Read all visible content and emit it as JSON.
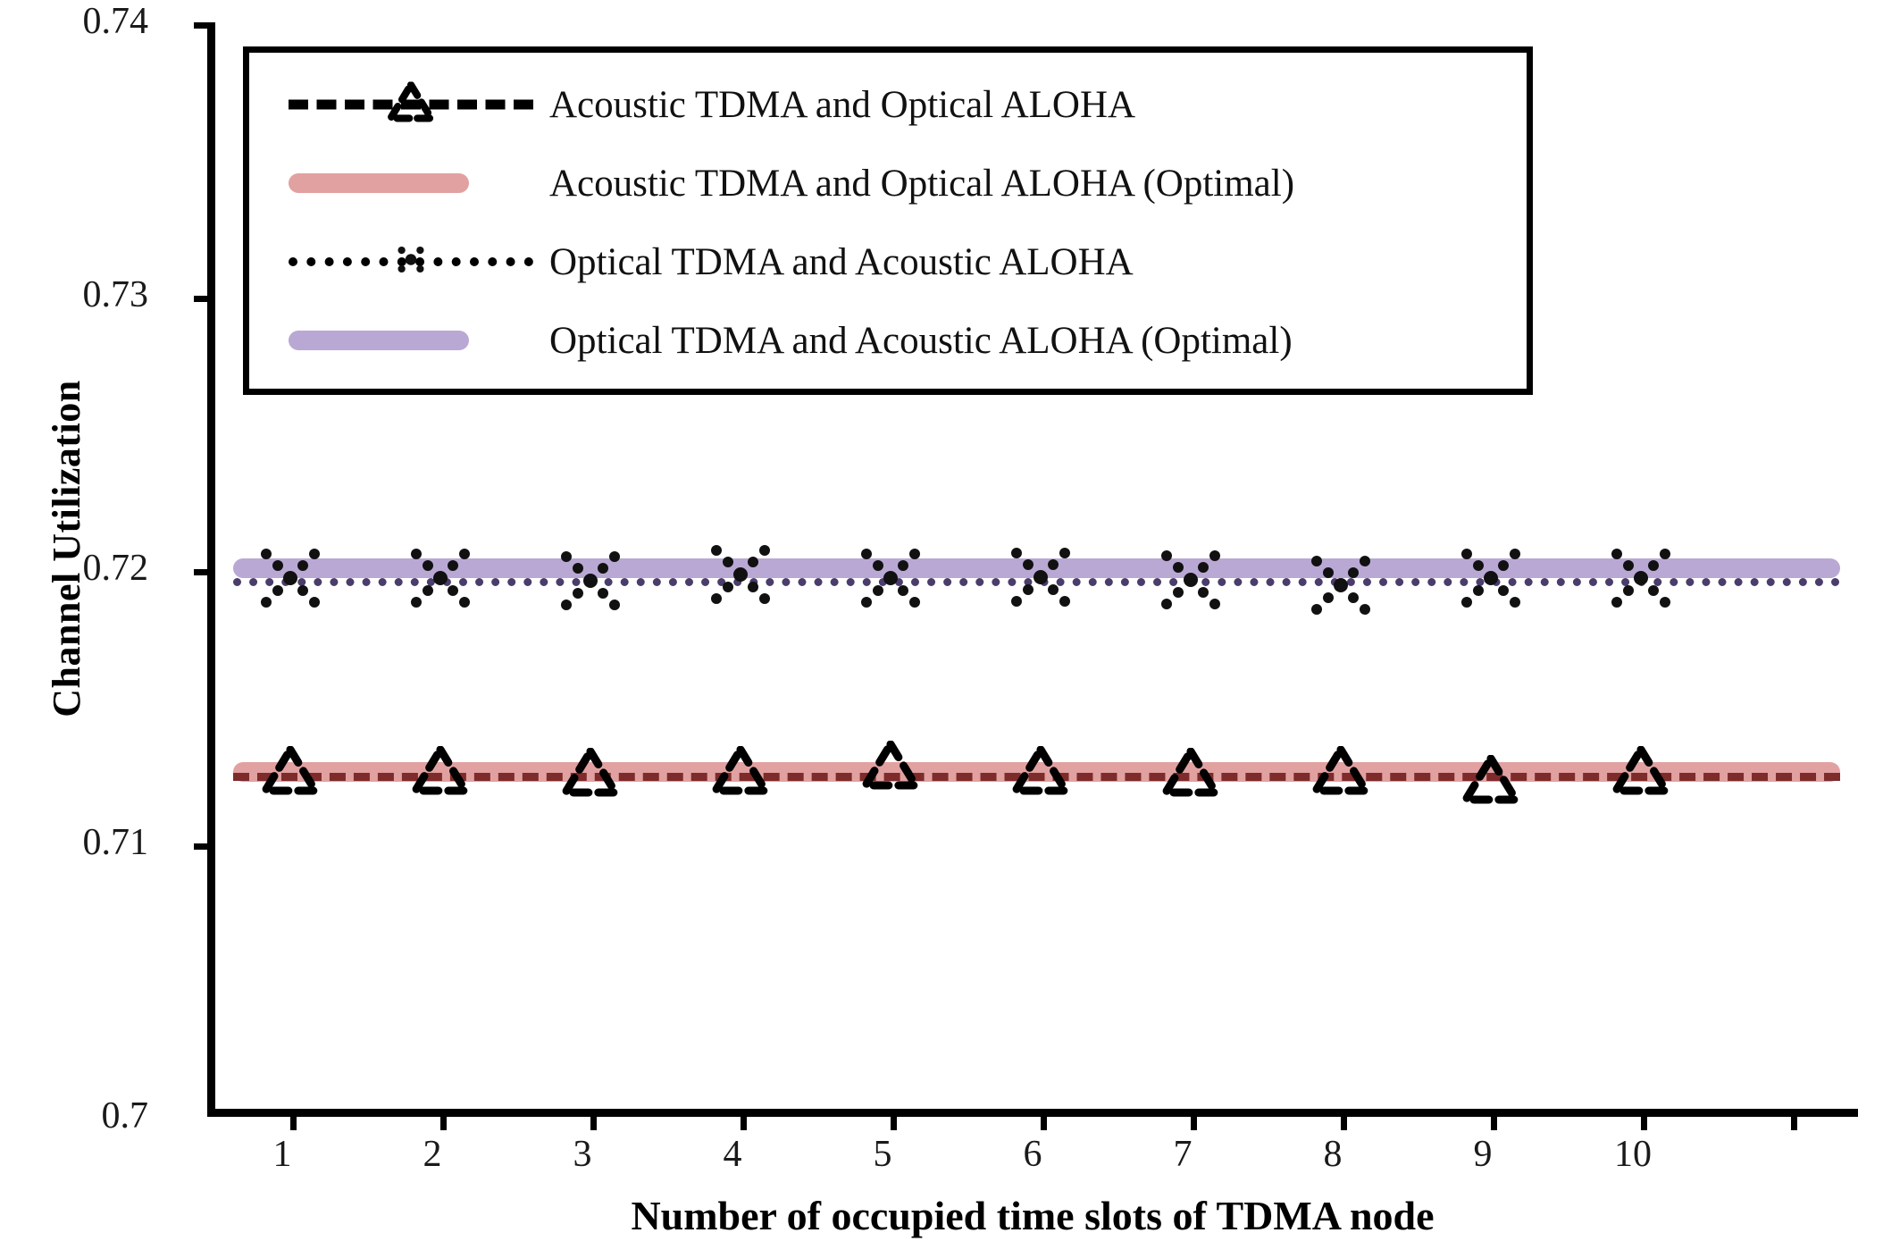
{
  "chart_data": {
    "type": "line",
    "title": "",
    "xlabel": "Number of occupied time slots of TDMA node",
    "ylabel": "Channel Utilization",
    "x": [
      1,
      2,
      3,
      4,
      5,
      6,
      7,
      8,
      9,
      10
    ],
    "xticklabels": [
      "1",
      "2",
      "3",
      "4",
      "5",
      "6",
      "7",
      "8",
      "9",
      "10"
    ],
    "yticklabels": [
      "0.74",
      "0.73",
      "0.72",
      "0.71",
      "0.7"
    ],
    "ytickvalues": [
      0.74,
      0.73,
      0.72,
      0.71,
      0.7
    ],
    "xlim": [
      0.5,
      10.5
    ],
    "ylim": [
      0.7,
      0.74
    ],
    "grid": false,
    "legend_position": "upper-left-inside",
    "series": [
      {
        "name": "Acoustic TDMA and Optical ALOHA",
        "style": "dashed-with-triangle-markers",
        "color": "#000000",
        "marker": "triangle",
        "values": [
          0.7118,
          0.7118,
          0.7118,
          0.7118,
          0.7119,
          0.7118,
          0.7118,
          0.7118,
          0.7117,
          0.7118
        ]
      },
      {
        "name": "Acoustic TDMA and Optical ALOHA (Optimal)",
        "style": "solid-thick-band",
        "color": "#e2a1a1",
        "marker": "none",
        "values": [
          0.7121,
          0.7121,
          0.7121,
          0.7121,
          0.7121,
          0.7121,
          0.7121,
          0.7121,
          0.7121,
          0.7121
        ]
      },
      {
        "name": "Optical TDMA and Acoustic ALOHA",
        "style": "dotted-with-x-markers",
        "color": "#000000",
        "marker": "x",
        "values": [
          0.7191,
          0.7191,
          0.719,
          0.7192,
          0.7191,
          0.7191,
          0.7191,
          0.719,
          0.7191,
          0.7191
        ]
      },
      {
        "name": "Optical TDMA and Acoustic ALOHA (Optimal)",
        "style": "solid-thick-band",
        "color": "#b9a8d4",
        "marker": "none",
        "values": [
          0.7193,
          0.7193,
          0.7193,
          0.7193,
          0.7193,
          0.7193,
          0.7193,
          0.7193,
          0.7193,
          0.7193
        ]
      }
    ]
  },
  "colors": {
    "red_band": "#e2a1a1",
    "purple_band": "#b9a8d4",
    "red_dash_line": "#7d2b2b",
    "purple_dot_line": "#4a3c6b",
    "axis": "#000000",
    "background": "#ffffff"
  },
  "legend": {
    "items": [
      {
        "label": "Acoustic TDMA and Optical ALOHA"
      },
      {
        "label": "Acoustic TDMA and Optical ALOHA (Optimal)"
      },
      {
        "label": "Optical TDMA and Acoustic ALOHA"
      },
      {
        "label": "Optical TDMA and Acoustic ALOHA (Optimal)"
      }
    ]
  }
}
